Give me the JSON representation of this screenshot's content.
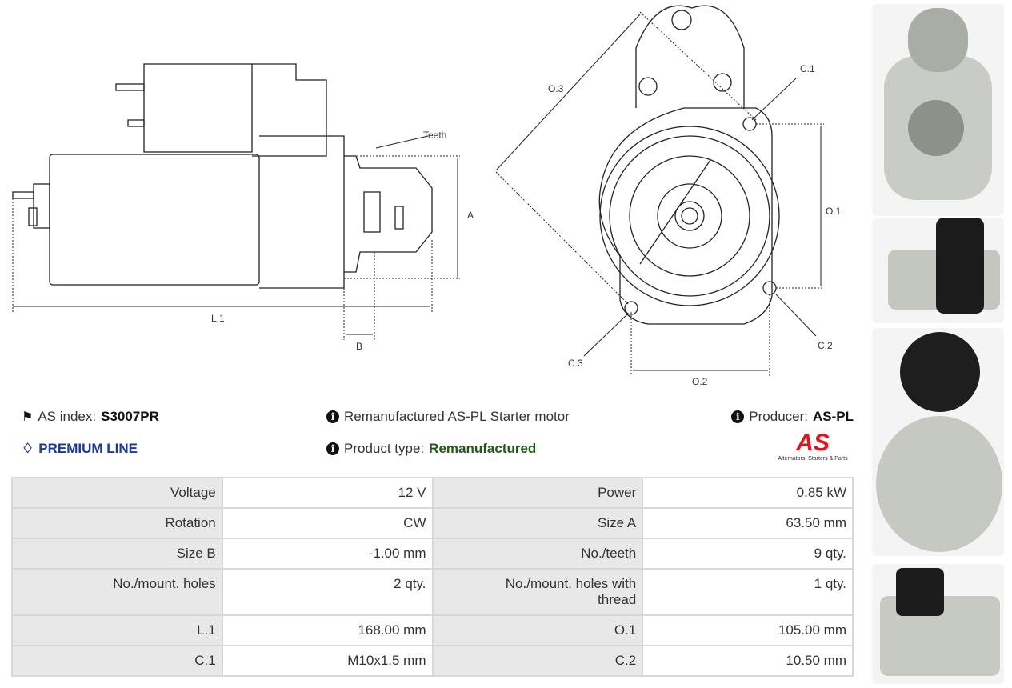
{
  "drawing": {
    "labels": {
      "teeth": "Teeth",
      "a": "A",
      "b": "B",
      "l1": "L.1",
      "o1": "O.1",
      "o2": "O.2",
      "o3": "O.3",
      "c1": "C.1",
      "c2": "C.2",
      "c3": "C.3"
    }
  },
  "info": {
    "as_index_label": "AS index:",
    "as_index_value": "S3007PR",
    "premium": "PREMIUM LINE",
    "description": "Remanufactured AS-PL Starter motor",
    "product_type_label": "Product type:",
    "product_type_value": "Remanufactured",
    "producer_label": "Producer:",
    "producer_value": "AS-PL",
    "logo_text": "AS",
    "logo_tagline": "Alternators, Starters & Parts"
  },
  "colors": {
    "premium": "#1a3a9c",
    "product_type": "#1d5c12",
    "logo": "#e3131b"
  },
  "specs": [
    [
      {
        "label": "Voltage",
        "value": "12 V"
      },
      {
        "label": "Power",
        "value": "0.85 kW"
      }
    ],
    [
      {
        "label": "Rotation",
        "value": "CW"
      },
      {
        "label": "Size A",
        "value": "63.50 mm"
      }
    ],
    [
      {
        "label": "Size B",
        "value": "-1.00 mm"
      },
      {
        "label": "No./teeth",
        "value": "9 qty."
      }
    ],
    [
      {
        "label": "No./mount. holes",
        "value": "2 qty."
      },
      {
        "label": "No./mount. holes with thread",
        "value": "1 qty."
      }
    ],
    [
      {
        "label": "L.1",
        "value": "168.00 mm"
      },
      {
        "label": "O.1",
        "value": "105.00 mm"
      }
    ],
    [
      {
        "label": "C.1",
        "value": "M10x1.5 mm"
      },
      {
        "label": "C.2",
        "value": "10.50 mm"
      }
    ]
  ]
}
